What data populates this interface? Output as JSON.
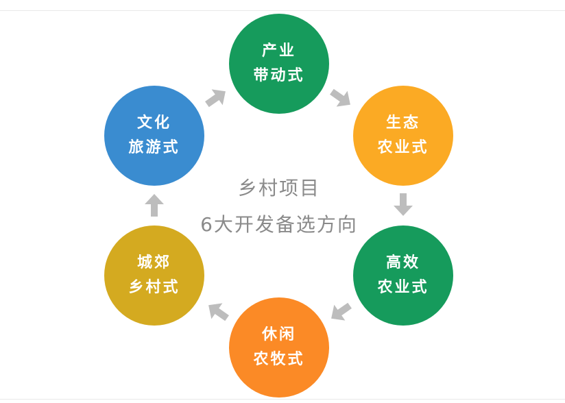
{
  "title": {
    "line1": "乡村项目",
    "line2": "6大开发备选方向"
  },
  "nodes": [
    {
      "id": "industry",
      "line1": "产业",
      "line2": "带动式",
      "color": "#169b5c"
    },
    {
      "id": "ecology",
      "line1": "生态",
      "line2": "农业式",
      "color": "#fbaa24"
    },
    {
      "id": "efficient",
      "line1": "高效",
      "line2": "农业式",
      "color": "#169b5c"
    },
    {
      "id": "leisure",
      "line1": "休闲",
      "line2": "农牧式",
      "color": "#fb8a26"
    },
    {
      "id": "suburban",
      "line1": "城郊",
      "line2": "乡村式",
      "color": "#d4aa20"
    },
    {
      "id": "culture",
      "line1": "文化",
      "line2": "旅游式",
      "color": "#3a8cd0"
    }
  ],
  "arrow_color": "#bdbdbd"
}
